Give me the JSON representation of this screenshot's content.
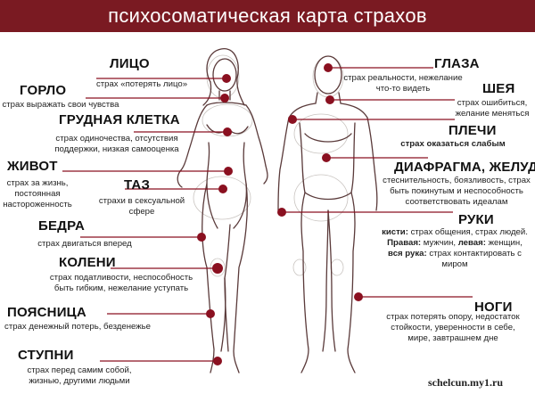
{
  "title": "психосоматическая карта страхов",
  "watermark": "schelcun.my1.ru",
  "labels": {
    "face": {
      "head": "ЛИЦО",
      "text": "страх «потерять лицо»"
    },
    "throat": {
      "head": "ГОРЛО",
      "text": "страх выражать свои чувства"
    },
    "chest": {
      "head": "ГРУДНАЯ КЛЕТКА",
      "text": "страх одиночества, отсутствия поддержки, низкая самооценка"
    },
    "belly": {
      "head": "ЖИВОТ",
      "text": "страх за жизнь, постоянная настороженность"
    },
    "pelvis": {
      "head": "ТАЗ",
      "text": "страхи в сексуальной сфере"
    },
    "hips": {
      "head": "БЕДРА",
      "text": "страх двигаться вперед"
    },
    "knees": {
      "head": "КОЛЕНИ",
      "text": "страх податливости, неспособность быть гибким, нежелание уступать"
    },
    "lowerback": {
      "head": "ПОЯСНИЦА",
      "text": "страх денежный потерь, безденежье"
    },
    "feet": {
      "head": "СТУПНИ",
      "text": "страх перед самим собой, жизнью, другими людьми"
    },
    "eyes": {
      "head": "ГЛАЗА",
      "text": "страх реальности, нежелание что-то видеть"
    },
    "neck": {
      "head": "ШЕЯ",
      "text": "страх ошибиться, желание меняться"
    },
    "shoulders": {
      "head": "ПЛЕЧИ",
      "text": "страх оказаться слабым"
    },
    "diaphragm": {
      "head": "ДИАФРАГМА, ЖЕЛУДОК",
      "text": "стеснительность, боязливость, страх быть покинутым и неспособность соответствовать идеалам"
    },
    "arms": {
      "head": "РУКИ",
      "hands_label": "кисти:",
      "hands_text": "страх общения, страх людей.",
      "right_label": "Правая:",
      "right_text": "мужчин,",
      "left_label": "левая:",
      "left_text": "женщин,",
      "whole_label": "вся рука:",
      "whole_text": "страх контактировать с миром"
    },
    "legs": {
      "head": "НОГИ",
      "text": "страх потерять опору, недостаток стойкости, уверенности в себе, мире, завтрашнем дне"
    }
  },
  "colors": {
    "accent": "#7a1a22",
    "dot": "#8a1020",
    "line": "#8a1020"
  }
}
